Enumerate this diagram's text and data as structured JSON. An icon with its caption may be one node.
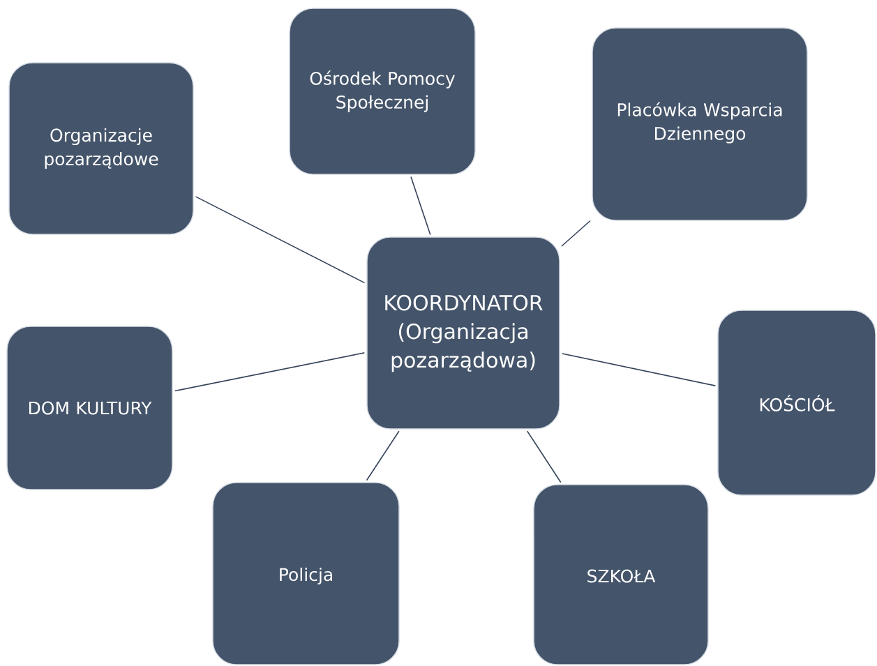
{
  "diagram": {
    "nodes": [
      {
        "text": [
          "Ośrodek Pomocy Społecznej"
        ]
      },
      {
        "text": [
          "Placówka Wsparcia Dziennego"
        ]
      },
      {
        "text": [
          "Organizacje pozarządowe"
        ]
      },
      {
        "text": [
          "KOORDYNATOR (Organizacja pozarządowa)"
        ]
      },
      {
        "text": [
          "KOŚCIÓŁ"
        ]
      },
      {
        "text": [
          "DOM KULTURY"
        ]
      },
      {
        "text": [
          "Policja"
        ]
      },
      {
        "text": [
          "SZKOŁA"
        ]
      }
    ],
    "edges": [
      {
        "from": 3,
        "to": 2,
        "arrow": "none"
      },
      {
        "from": 3,
        "to": 0,
        "arrow": "none"
      },
      {
        "from": 3,
        "to": 1,
        "arrow": "none"
      },
      {
        "from": 3,
        "to": 5,
        "arrow": "none"
      },
      {
        "from": 3,
        "to": 4,
        "arrow": "none"
      },
      {
        "from": 3,
        "to": 6,
        "arrow": "none"
      },
      {
        "from": 3,
        "to": 7,
        "arrow": "none"
      }
    ]
  }
}
